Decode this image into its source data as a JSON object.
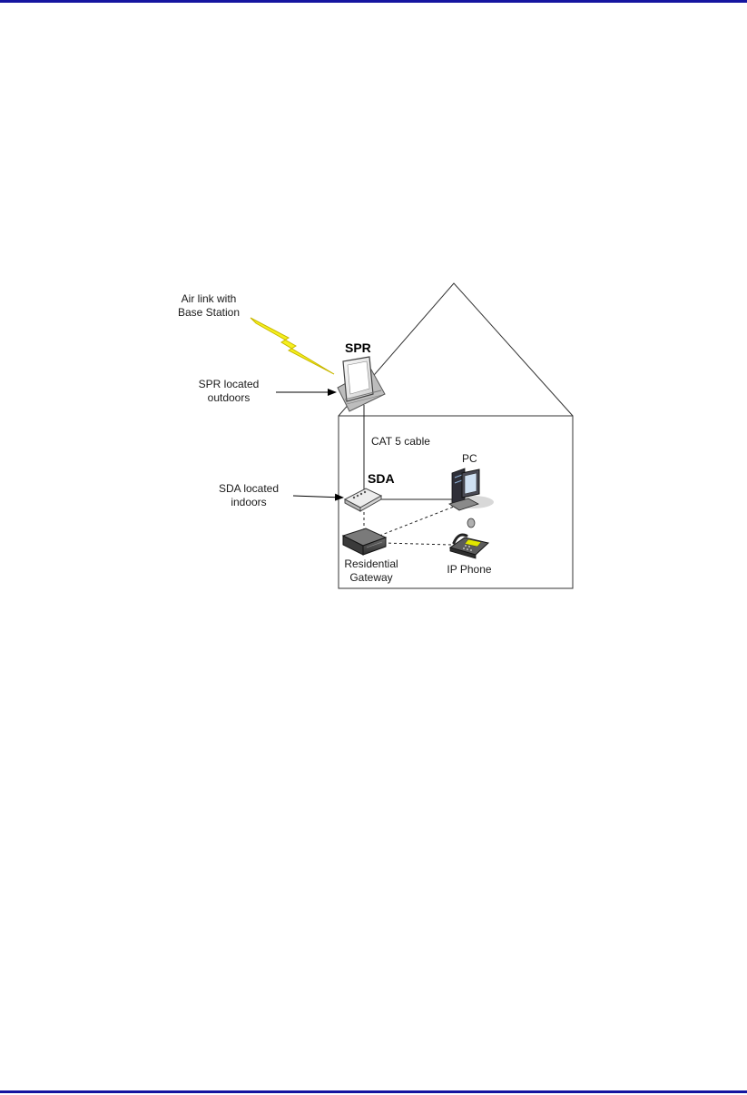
{
  "labels": {
    "air_link_line1": "Air link with",
    "air_link_line2": "Base Station",
    "spr_title": "SPR",
    "spr_located_line1": "SPR located",
    "spr_located_line2": "outdoors",
    "cat5_cable": "CAT 5 cable",
    "pc": "PC",
    "sda_title": "SDA",
    "sda_located_line1": "SDA located",
    "sda_located_line2": "indoors",
    "residential_line1": "Residential",
    "residential_line2": "Gateway",
    "ip_phone": "IP Phone"
  },
  "icons": {
    "lightning": "lightning-bolt-icon",
    "spr": "spr-antenna-unit-icon",
    "sda": "sda-adapter-box-icon",
    "pc": "desktop-computer-icon",
    "gateway": "residential-gateway-icon",
    "phone": "ip-phone-icon"
  },
  "colors": {
    "rule": "#1515a0",
    "lightning_fill": "#f5f01e",
    "lightning_stroke": "#c9b800",
    "phone_display": "#e0e600"
  }
}
